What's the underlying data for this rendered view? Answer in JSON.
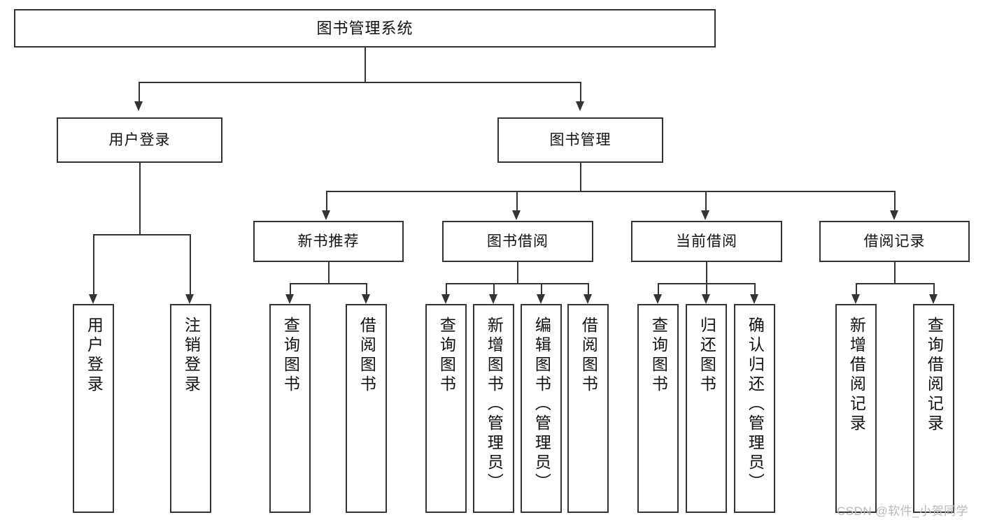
{
  "diagram": {
    "title": "图书管理系统",
    "type": "functional-structure-tree",
    "watermark": "CSDN @软件_小贺同学",
    "colors": {
      "stroke": "#333333",
      "fill": "#ffffff",
      "text": "#111111",
      "watermark": "#b9b9b9"
    },
    "root": {
      "label": "图书管理系统"
    },
    "level2": [
      {
        "label": "用户登录"
      },
      {
        "label": "图书管理"
      }
    ],
    "level3": [
      {
        "label": "新书推荐"
      },
      {
        "label": "图书借阅"
      },
      {
        "label": "当前借阅"
      },
      {
        "label": "借阅记录"
      }
    ],
    "leaves": {
      "user_login": [
        {
          "label": "用户登录"
        },
        {
          "label": "注销登录"
        }
      ],
      "new_book": [
        {
          "label": "查询图书"
        },
        {
          "label": "借阅图书"
        }
      ],
      "book_borrow": [
        {
          "label": "查询图书"
        },
        {
          "label": "新增图书（管理员）"
        },
        {
          "label": "编辑图书（管理员）"
        },
        {
          "label": "借阅图书"
        }
      ],
      "current_borrow": [
        {
          "label": "查询图书"
        },
        {
          "label": "归还图书"
        },
        {
          "label": "确认归还（管理员）"
        }
      ],
      "borrow_record": [
        {
          "label": "新增借阅记录"
        },
        {
          "label": "查询借阅记录"
        }
      ]
    }
  }
}
